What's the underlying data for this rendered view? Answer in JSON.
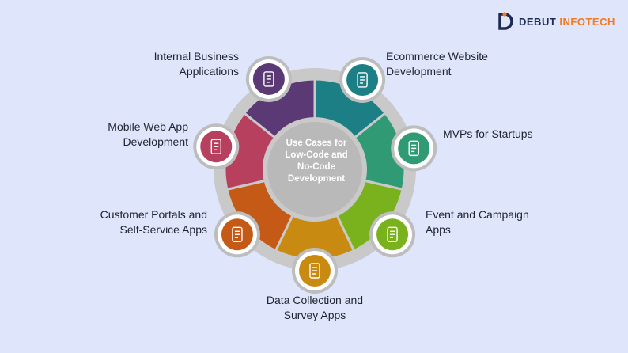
{
  "brand": {
    "name_part1": "DEBUT",
    "name_part2": "INFOTECH"
  },
  "center": {
    "text": "Use Cases for\nLow-Code and\nNo-Code\nDevelopment"
  },
  "colors": {
    "background": "#dfe6fb",
    "ring": "#c9c9c9",
    "center": "#b9b9b9",
    "segments": [
      "#1b7f85",
      "#2f9a73",
      "#79b21d",
      "#c98a12",
      "#c55a17",
      "#b7405f",
      "#5b3974"
    ]
  },
  "items": [
    {
      "label": "Ecommerce Website\nDevelopment",
      "icon": "ecommerce-cart-icon"
    },
    {
      "label": "MVPs for Startups",
      "icon": "mvp-clipboard-icon"
    },
    {
      "label": "Event and Campaign\nApps",
      "icon": "event-campaign-icon"
    },
    {
      "label": "Data Collection and\nSurvey Apps",
      "icon": "survey-checklist-icon"
    },
    {
      "label": "Customer Portals and\nSelf-Service Apps",
      "icon": "customer-portal-icon"
    },
    {
      "label": "Mobile Web App\nDevelopment",
      "icon": "mobile-code-icon"
    },
    {
      "label": "Internal Business\nApplications",
      "icon": "internal-app-icon"
    }
  ]
}
